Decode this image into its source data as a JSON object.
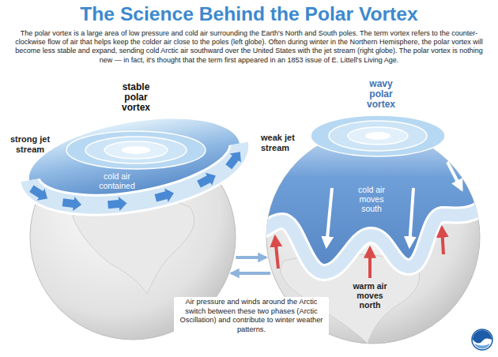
{
  "diagram": {
    "title": "The Science Behind the Polar Vortex",
    "caption": "The polar vortex is a large area of low pressure and cold air surrounding the Earth's North and South poles. The term vortex refers to the counter-clockwise flow of air that helps keep the colder air close to the poles (left globe). Often during winter in the Northern Hemisphere, the polar vortex will become less stable and expand, sending cold Arctic air southward over the United States with the jet stream (right globe). The polar vortex is nothing new — in fact, it's thought that the term first appeared in an 1853 issue of E. Littell's Living Age.",
    "nodes": [
      {
        "text": [
          "stable polar vortex",
          "strong jet stream",
          "cold air contained"
        ]
      },
      {
        "text": [
          "wavy polar vortex",
          "weak jet stream",
          "cold air moves south",
          "warm air moves north"
        ]
      }
    ],
    "edges": [
      {
        "from": 0,
        "to": 1,
        "arrow": "to"
      },
      {
        "from": 1,
        "to": 0,
        "arrow": "to"
      }
    ],
    "labels": [
      "Air pressure and winds around the Arctic switch between these two phases (Arctic Oscillation) and contribute to winter weather patterns."
    ]
  }
}
